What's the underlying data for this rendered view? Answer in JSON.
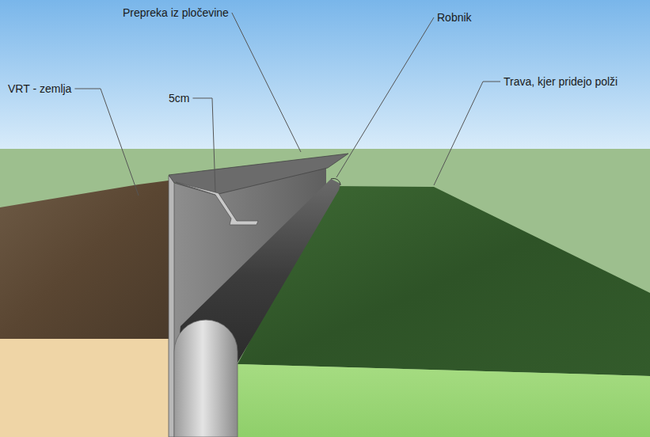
{
  "diagram": {
    "labels": [
      "Prepreka iz pločevine",
      "Robnik",
      "VRT - zemlja",
      "5cm",
      "Trava, kjer pridejo polži"
    ]
  }
}
